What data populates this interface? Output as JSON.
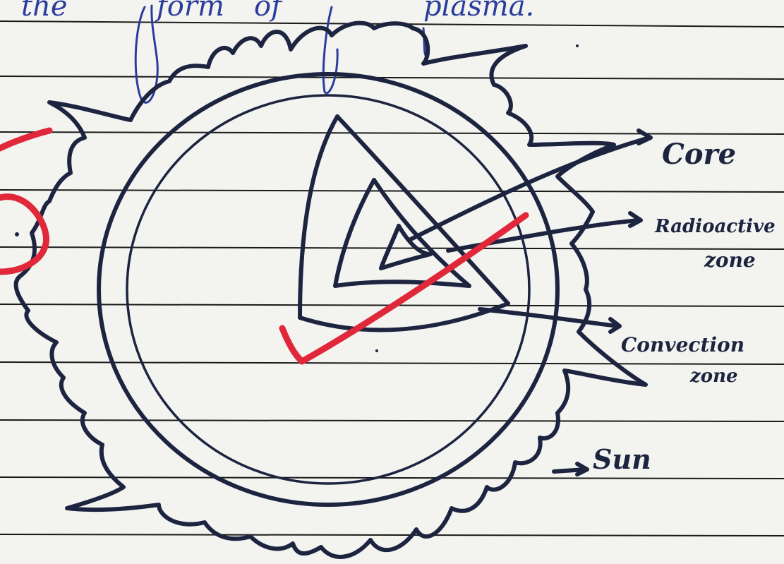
{
  "page": {
    "heading_fragments": [
      "the",
      "form",
      "of",
      "plasma."
    ]
  },
  "diagram": {
    "labels": {
      "core": "Core",
      "radioactive_line1": "Radioactive",
      "radioactive_line2": "zone",
      "convection_line1": "Convection",
      "convection_line2": "zone",
      "sun": "Sun"
    },
    "colors": {
      "ink": "#1c2440",
      "heading_ink": "#2a3d9e",
      "teacher_mark": "#e0283a",
      "paper": "#f3f3ef",
      "rule": "#1a1a1a"
    },
    "teacher_marks": [
      "tick-mark",
      "score-mark"
    ]
  }
}
